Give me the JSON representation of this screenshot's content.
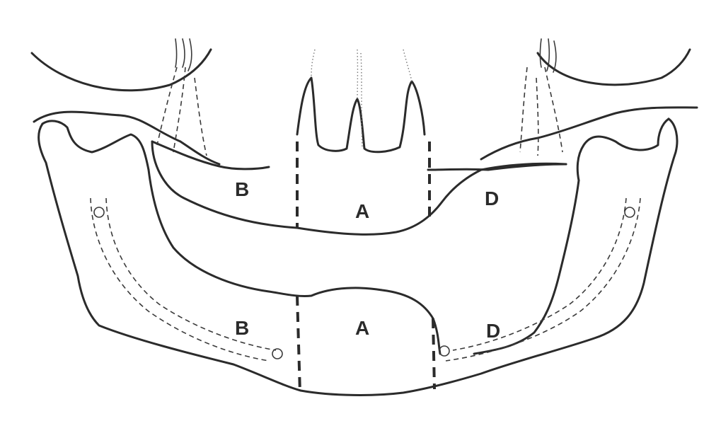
{
  "diagram": {
    "upper_labels": [
      "B",
      "A",
      "D"
    ],
    "lower_labels": [
      "B",
      "A",
      "D"
    ],
    "colors": {
      "ink": "#2b2b2b",
      "background": "#ffffff"
    }
  }
}
